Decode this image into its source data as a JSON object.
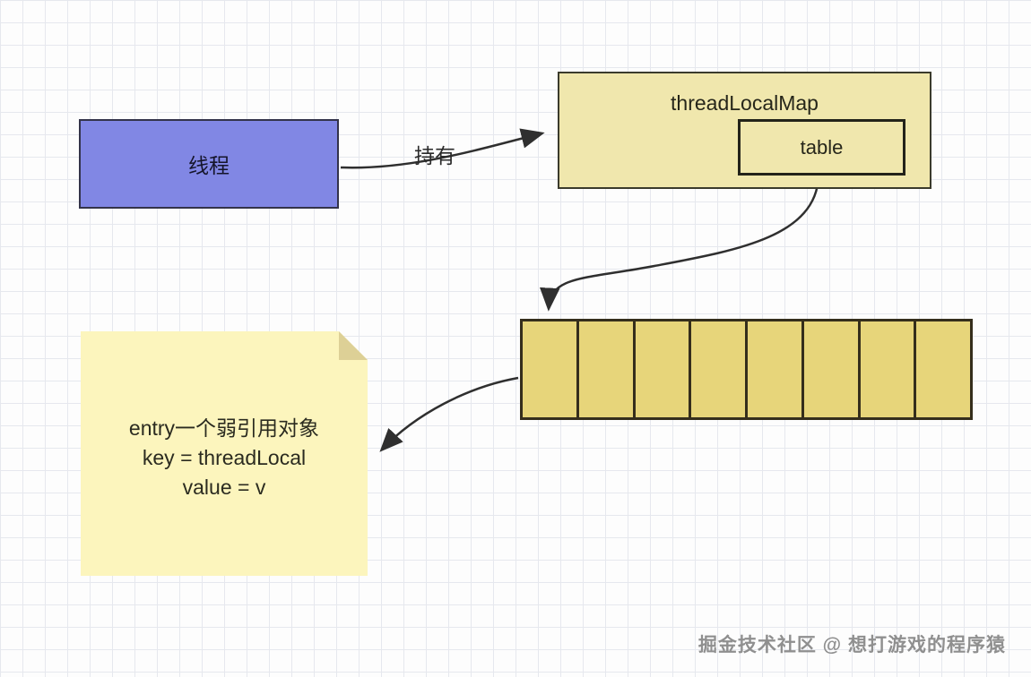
{
  "diagram": {
    "thread_box": {
      "label": "线程"
    },
    "map_box": {
      "title": "threadLocalMap",
      "table_label": "table"
    },
    "hold_label": "持有",
    "entry_array": {
      "cell_count": 8
    },
    "note": {
      "lines": [
        "entry一个弱引用对象",
        "key = threadLocal",
        "value = v"
      ]
    },
    "watermark": "掘金技术社区 @ 想打游戏的程序猿"
  },
  "colors": {
    "thread_box_fill": "#8187e4",
    "map_box_fill": "#f0e7ad",
    "array_cell_fill": "#e7d57a",
    "note_fill": "#fcf5bd",
    "arrow": "#2f2f2f"
  }
}
